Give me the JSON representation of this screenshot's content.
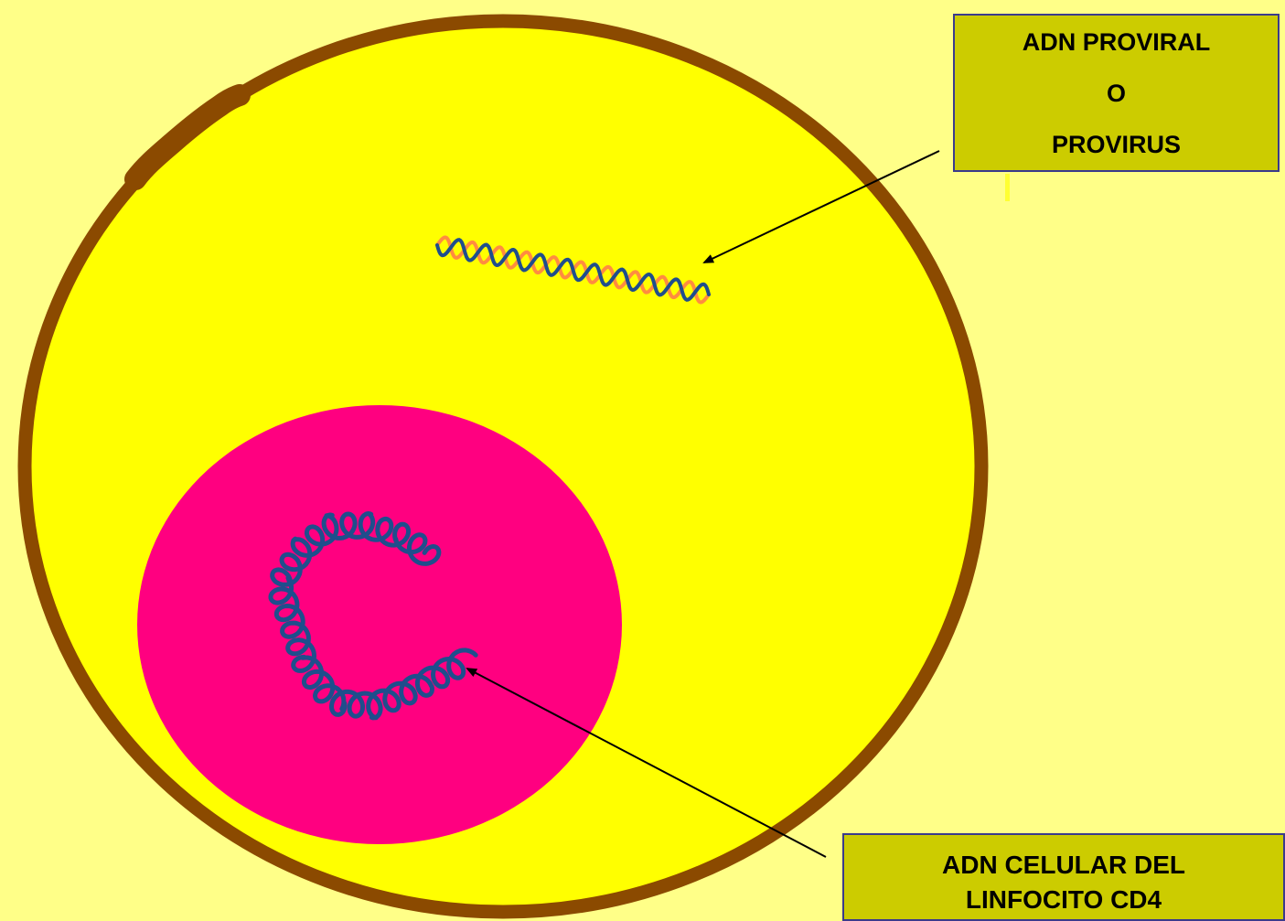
{
  "labels": {
    "provirus": {
      "line1": "ADN PROVIRAL",
      "line2": "O",
      "line3": "PROVIRUS"
    },
    "cellular": {
      "line1": "ADN CELULAR  DEL",
      "line2": "LINFOCITO CD4"
    }
  },
  "colors": {
    "background": "#FFFF88",
    "cell_cytoplasm": "#FFFF00",
    "cell_membrane": "#8B4A00",
    "nucleus": "#FF0080",
    "dna_strand_blue": "#1F4E8C",
    "dna_strand_orange": "#FF8C40",
    "label_fill": "#CCCC00",
    "label_border": "#3A3A8C",
    "arrow": "#000000"
  }
}
